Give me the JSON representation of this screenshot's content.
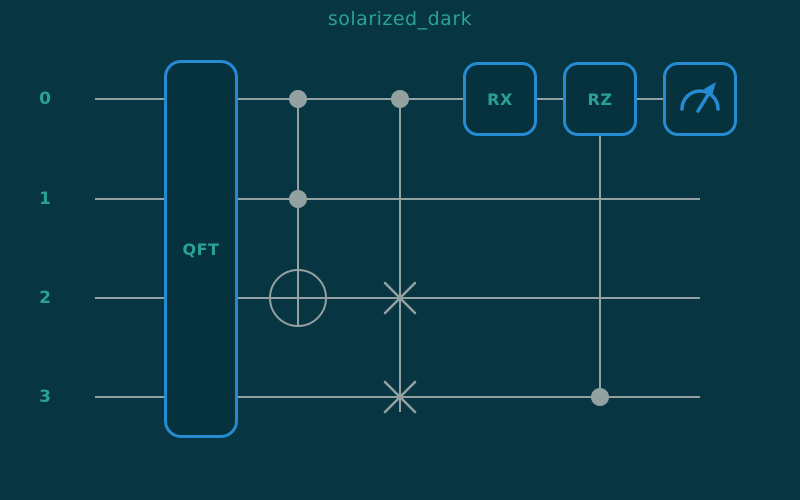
{
  "title": "solarized_dark",
  "colors": {
    "bg": "#073642",
    "gate-fill": "#05323d",
    "blue": "#268bd2",
    "teal": "#2aa198",
    "wire": "#93a1a1"
  },
  "circuit": {
    "qubit_labels": [
      "0",
      "1",
      "2",
      "3"
    ],
    "gates": [
      {
        "type": "QFT",
        "label": "QFT",
        "wires": [
          0,
          1,
          2,
          3
        ]
      },
      {
        "type": "Toffoli",
        "controls": [
          0,
          1
        ],
        "target": 2
      },
      {
        "type": "CSWAP",
        "control": 0,
        "swaps": [
          2,
          3
        ]
      },
      {
        "type": "RX",
        "label": "RX",
        "wire": 0
      },
      {
        "type": "CRZ",
        "label": "RZ",
        "target": 0,
        "control": 3
      },
      {
        "type": "measure",
        "wire": 0
      }
    ]
  }
}
